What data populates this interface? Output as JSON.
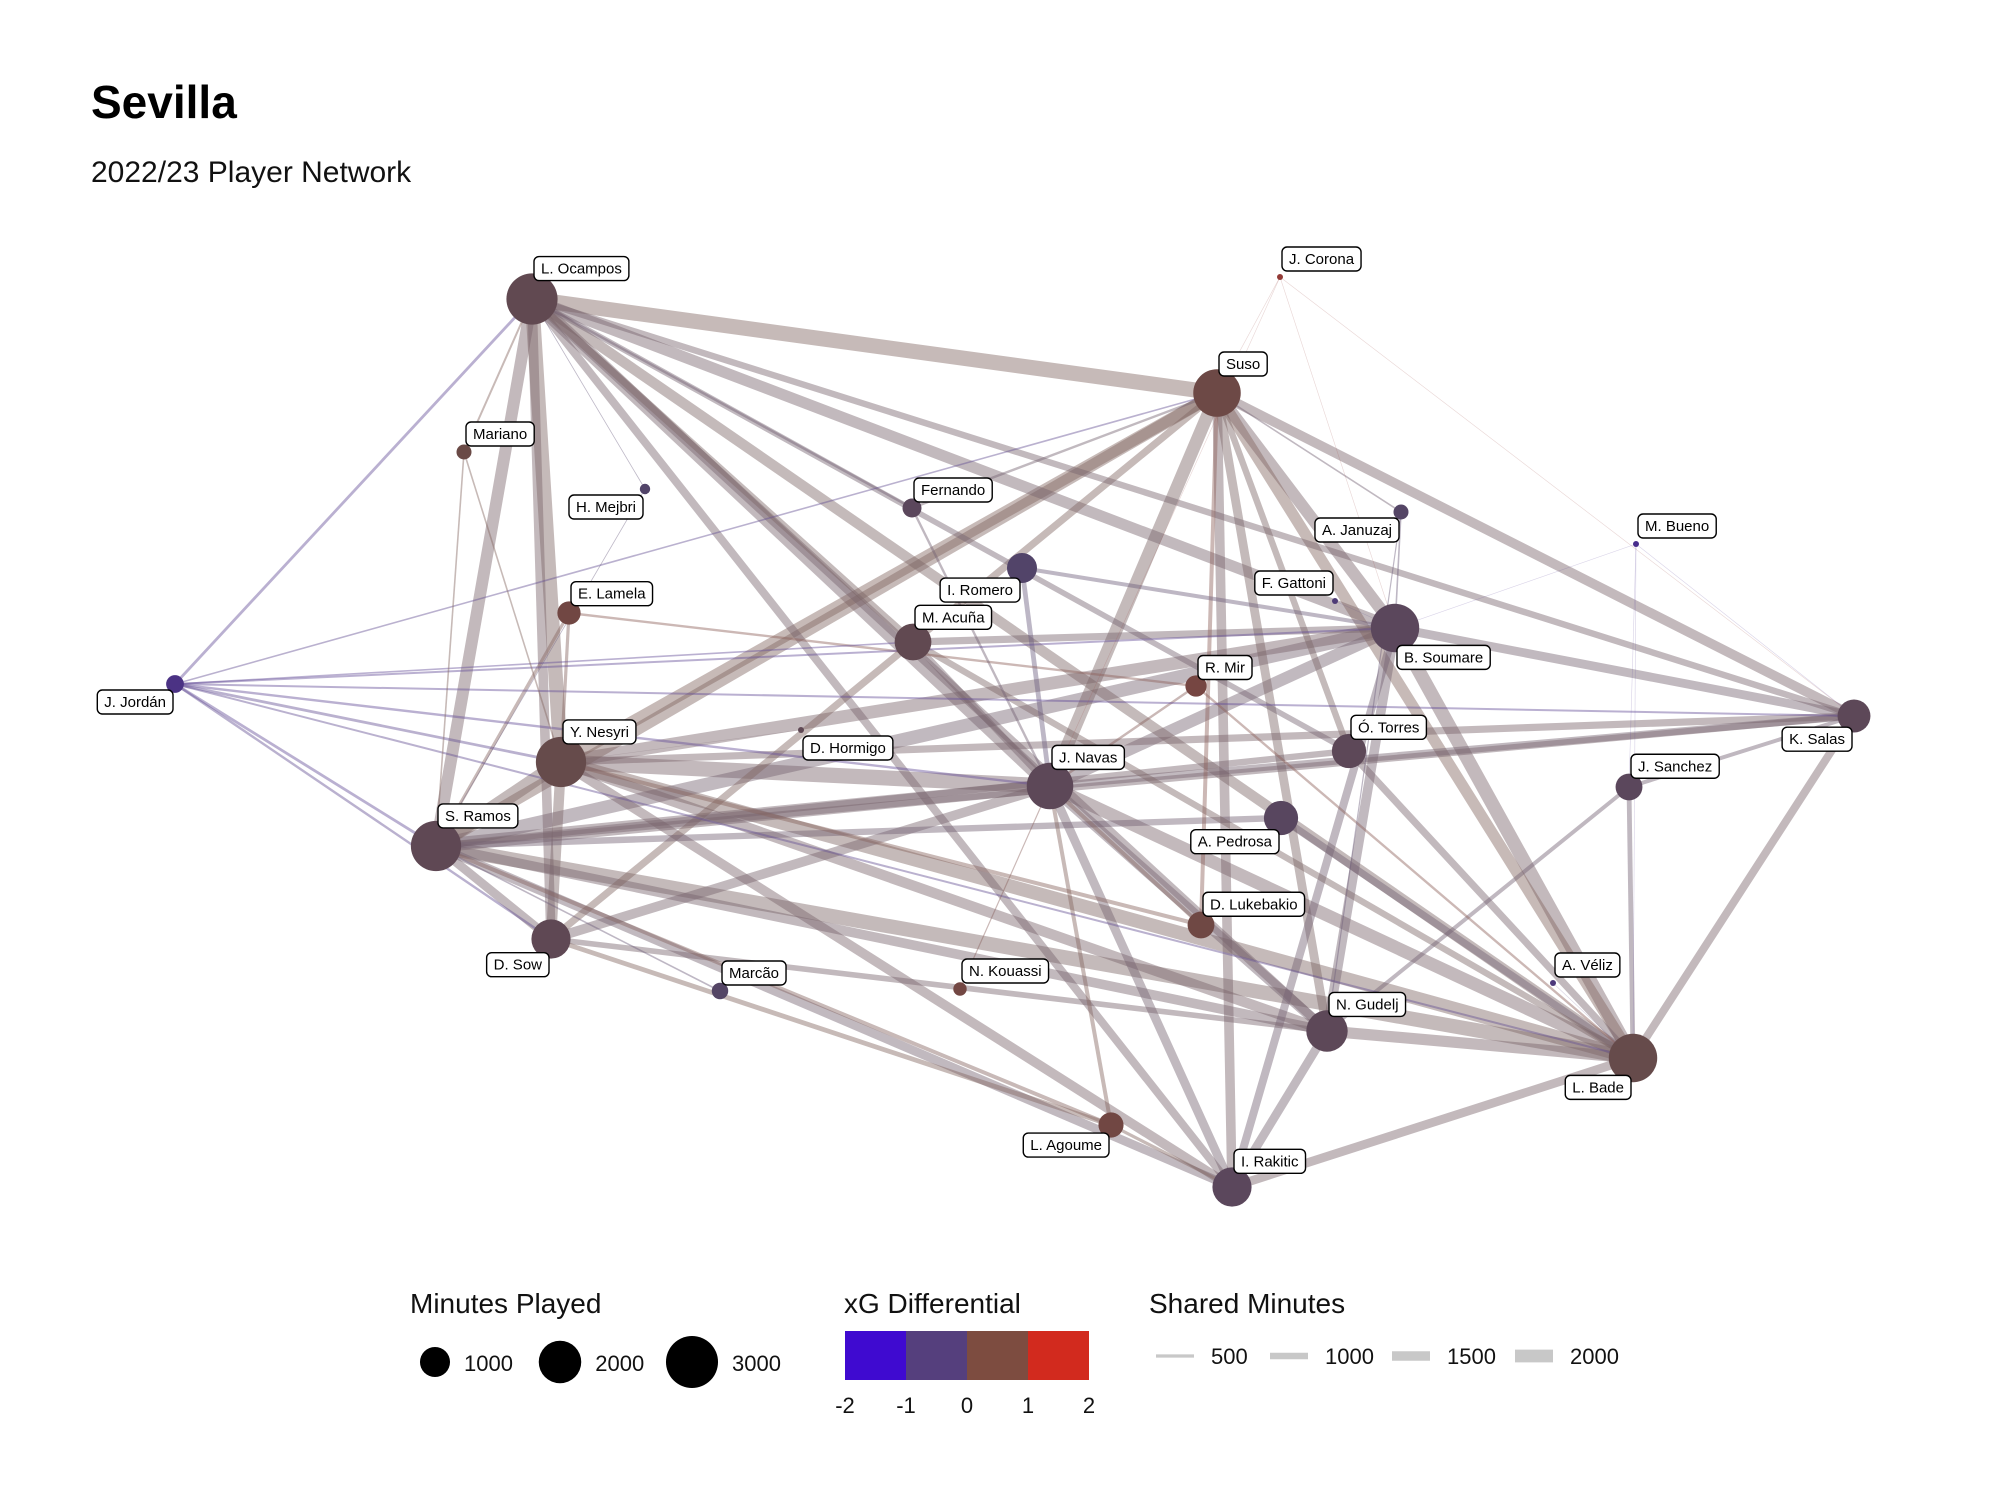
{
  "header": {
    "title": "Sevilla",
    "subtitle": "2022/23 Player Network"
  },
  "colors": {
    "xg_neg2": "#3f0ad0",
    "xg_neg1": "#553f7d",
    "xg_zero": "#7d4c40",
    "xg_pos2": "#d22a1e",
    "edge_neutral": "#8a8a8a",
    "legend_line": "#c8c8c8"
  },
  "chart_data": {
    "type": "network",
    "nodes": [
      {
        "name": "L. Ocampos",
        "minutes": 2900,
        "xg": -0.3
      },
      {
        "name": "J. Corona",
        "minutes": 40,
        "xg": 1.8
      },
      {
        "name": "Suso",
        "minutes": 2500,
        "xg": 0.2
      },
      {
        "name": "Mariano",
        "minutes": 250,
        "xg": 0.1
      },
      {
        "name": "H. Mejbri",
        "minutes": 120,
        "xg": -1.0
      },
      {
        "name": "Fernando",
        "minutes": 400,
        "xg": -0.6
      },
      {
        "name": "I. Romero",
        "minutes": 1000,
        "xg": -1.0
      },
      {
        "name": "A. Januzaj",
        "minutes": 250,
        "xg": -0.9
      },
      {
        "name": "M. Bueno",
        "minutes": 10,
        "xg": -1.8
      },
      {
        "name": "F. Gattoni",
        "minutes": 30,
        "xg": -1.3
      },
      {
        "name": "E. Lamela",
        "minutes": 600,
        "xg": 0.4
      },
      {
        "name": "M. Acuña",
        "minutes": 1500,
        "xg": -0.3
      },
      {
        "name": "B. Soumare",
        "minutes": 2600,
        "xg": -0.6
      },
      {
        "name": "R. Mir",
        "minutes": 500,
        "xg": 0.6
      },
      {
        "name": "J. Jordán",
        "minutes": 350,
        "xg": -1.6
      },
      {
        "name": "K. Salas",
        "minutes": 1200,
        "xg": -0.5
      },
      {
        "name": "Ó. Torres",
        "minutes": 1300,
        "xg": -0.5
      },
      {
        "name": "D. Hormigo",
        "minutes": 30,
        "xg": -0.4
      },
      {
        "name": "Y. Nesyri",
        "minutes": 2800,
        "xg": -0.1
      },
      {
        "name": "J. Navas",
        "minutes": 2400,
        "xg": -0.5
      },
      {
        "name": "J. Sanchez",
        "minutes": 800,
        "xg": -0.6
      },
      {
        "name": "S. Ramos",
        "minutes": 2800,
        "xg": -0.4
      },
      {
        "name": "A. Pedrosa",
        "minutes": 1300,
        "xg": -0.7
      },
      {
        "name": "D. Lukebakio",
        "minutes": 800,
        "xg": 0.3
      },
      {
        "name": "D. Sow",
        "minutes": 1700,
        "xg": -0.4
      },
      {
        "name": "Marcão",
        "minutes": 300,
        "xg": -0.9
      },
      {
        "name": "N. Kouassi",
        "minutes": 200,
        "xg": 0.5
      },
      {
        "name": "A. Véliz",
        "minutes": 20,
        "xg": -1.4
      },
      {
        "name": "N. Gudelj",
        "minutes": 1900,
        "xg": -0.5
      },
      {
        "name": "L. Bade",
        "minutes": 2600,
        "xg": -0.1
      },
      {
        "name": "L. Agoume",
        "minutes": 700,
        "xg": 0.4
      },
      {
        "name": "I. Rakitic",
        "minutes": 1700,
        "xg": -0.6
      }
    ],
    "edges": [
      [
        0,
        2,
        1900,
        0.0
      ],
      [
        0,
        21,
        1500,
        -0.3
      ],
      [
        0,
        18,
        1800,
        -0.1
      ],
      [
        0,
        19,
        1700,
        -0.4
      ],
      [
        0,
        24,
        1200,
        -0.3
      ],
      [
        0,
        12,
        1400,
        -0.4
      ],
      [
        0,
        11,
        900,
        -0.2
      ],
      [
        0,
        15,
        800,
        -0.4
      ],
      [
        0,
        29,
        1300,
        -0.2
      ],
      [
        0,
        28,
        1100,
        -0.4
      ],
      [
        0,
        31,
        1000,
        -0.4
      ],
      [
        0,
        16,
        700,
        -0.5
      ],
      [
        2,
        19,
        1600,
        -0.2
      ],
      [
        2,
        18,
        1500,
        0.1
      ],
      [
        2,
        21,
        1500,
        0.0
      ],
      [
        2,
        29,
        1400,
        0.1
      ],
      [
        2,
        15,
        1200,
        -0.3
      ],
      [
        2,
        12,
        1500,
        -0.3
      ],
      [
        2,
        31,
        1200,
        -0.3
      ],
      [
        2,
        28,
        1100,
        -0.2
      ],
      [
        2,
        24,
        900,
        0.0
      ],
      [
        2,
        16,
        800,
        -0.2
      ],
      [
        2,
        23,
        500,
        0.6
      ],
      [
        18,
        19,
        1900,
        -0.3
      ],
      [
        18,
        21,
        1800,
        -0.2
      ],
      [
        18,
        29,
        1700,
        -0.1
      ],
      [
        18,
        12,
        1600,
        -0.3
      ],
      [
        18,
        15,
        900,
        -0.3
      ],
      [
        18,
        28,
        1300,
        -0.3
      ],
      [
        18,
        31,
        1200,
        -0.3
      ],
      [
        18,
        24,
        1300,
        -0.2
      ],
      [
        19,
        21,
        1700,
        -0.4
      ],
      [
        19,
        29,
        1600,
        -0.3
      ],
      [
        19,
        12,
        1500,
        -0.5
      ],
      [
        19,
        28,
        1300,
        -0.5
      ],
      [
        19,
        31,
        1100,
        -0.5
      ],
      [
        19,
        15,
        900,
        -0.5
      ],
      [
        19,
        24,
        1200,
        -0.4
      ],
      [
        21,
        29,
        1800,
        -0.2
      ],
      [
        21,
        12,
        1700,
        -0.5
      ],
      [
        21,
        24,
        1100,
        -0.4
      ],
      [
        21,
        28,
        1200,
        -0.4
      ],
      [
        21,
        31,
        1100,
        -0.5
      ],
      [
        21,
        15,
        800,
        -0.4
      ],
      [
        12,
        29,
        1700,
        -0.3
      ],
      [
        12,
        15,
        1100,
        -0.5
      ],
      [
        12,
        28,
        1200,
        -0.5
      ],
      [
        12,
        31,
        1000,
        -0.6
      ],
      [
        29,
        15,
        1000,
        -0.3
      ],
      [
        29,
        28,
        1400,
        -0.3
      ],
      [
        29,
        31,
        1100,
        -0.3
      ],
      [
        29,
        20,
        600,
        -0.6
      ],
      [
        29,
        16,
        900,
        -0.4
      ],
      [
        28,
        31,
        1100,
        -0.5
      ],
      [
        16,
        21,
        800,
        -0.4
      ],
      [
        22,
        29,
        900,
        -0.6
      ],
      [
        22,
        21,
        800,
        -0.6
      ],
      [
        11,
        19,
        800,
        -0.4
      ],
      [
        11,
        29,
        800,
        -0.2
      ],
      [
        11,
        12,
        900,
        -0.4
      ],
      [
        6,
        19,
        600,
        -1.0
      ],
      [
        6,
        12,
        500,
        -0.9
      ],
      [
        10,
        18,
        400,
        0.3
      ],
      [
        10,
        21,
        400,
        0.3
      ],
      [
        10,
        13,
        300,
        0.6
      ],
      [
        13,
        19,
        300,
        0.5
      ],
      [
        13,
        29,
        300,
        0.6
      ],
      [
        30,
        19,
        500,
        0.2
      ],
      [
        30,
        21,
        500,
        0.3
      ],
      [
        30,
        31,
        400,
        0.1
      ],
      [
        23,
        19,
        500,
        0.2
      ],
      [
        23,
        18,
        500,
        0.4
      ],
      [
        24,
        30,
        600,
        0.1
      ],
      [
        24,
        28,
        700,
        -0.4
      ],
      [
        20,
        15,
        500,
        -0.6
      ],
      [
        20,
        28,
        500,
        -0.6
      ],
      [
        26,
        19,
        150,
        0.5
      ],
      [
        25,
        21,
        200,
        -0.9
      ],
      [
        14,
        0,
        350,
        -1.6
      ],
      [
        14,
        18,
        350,
        -1.5
      ],
      [
        14,
        21,
        350,
        -1.6
      ],
      [
        14,
        24,
        300,
        -1.5
      ],
      [
        14,
        19,
        300,
        -1.6
      ],
      [
        14,
        12,
        250,
        -1.6
      ],
      [
        14,
        15,
        250,
        -1.6
      ],
      [
        14,
        29,
        250,
        -1.5
      ],
      [
        14,
        2,
        200,
        -1.5
      ],
      [
        14,
        11,
        200,
        -1.6
      ],
      [
        3,
        0,
        250,
        0.2
      ],
      [
        3,
        18,
        200,
        0.1
      ],
      [
        3,
        21,
        200,
        0.1
      ],
      [
        1,
        2,
        30,
        1.6
      ],
      [
        1,
        12,
        30,
        1.6
      ],
      [
        1,
        19,
        30,
        1.6
      ],
      [
        1,
        15,
        30,
        1.6
      ],
      [
        8,
        15,
        10,
        -1.8
      ],
      [
        8,
        12,
        10,
        -1.8
      ],
      [
        8,
        29,
        10,
        -1.8
      ],
      [
        8,
        20,
        10,
        -1.8
      ],
      [
        7,
        12,
        200,
        -0.9
      ],
      [
        7,
        2,
        200,
        -0.6
      ],
      [
        7,
        28,
        150,
        -0.9
      ],
      [
        5,
        2,
        300,
        -0.5
      ],
      [
        5,
        19,
        300,
        -0.6
      ],
      [
        5,
        0,
        300,
        -0.6
      ],
      [
        4,
        0,
        100,
        -1.0
      ],
      [
        4,
        21,
        100,
        -1.0
      ],
      [
        9,
        12,
        30,
        -1.3
      ],
      [
        27,
        29,
        20,
        -1.4
      ],
      [
        17,
        18,
        30,
        -0.4
      ]
    ],
    "legend_minutes": {
      "title": "Minutes Played",
      "values": [
        1000,
        2000,
        3000
      ],
      "labels": [
        "1000",
        "2000",
        "3000"
      ]
    },
    "legend_xg": {
      "title": "xG Differential",
      "range": [
        -2,
        2
      ],
      "ticks": [
        "-2",
        "-1",
        "0",
        "1",
        "2"
      ]
    },
    "legend_shared": {
      "title": "Shared Minutes",
      "values": [
        500,
        1000,
        1500,
        2000
      ],
      "labels": [
        "500",
        "1000",
        "1500",
        "2000"
      ]
    }
  }
}
